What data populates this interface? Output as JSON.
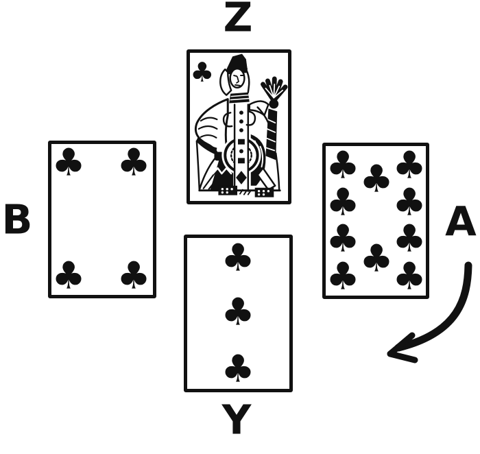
{
  "diagram": {
    "background": "#ffffff",
    "ink_color": "#111111",
    "labels": {
      "top": "Z",
      "left": "B",
      "right": "A",
      "bottom": "Y"
    },
    "cards": {
      "top": {
        "rank": "queen",
        "suit": "clubs",
        "suit_glyph": "♣",
        "pip_count": 0,
        "court_figure": "queen holding fan"
      },
      "left": {
        "rank": "four",
        "suit": "clubs",
        "suit_glyph": "♣",
        "pip_count": 4
      },
      "right": {
        "rank": "ten",
        "suit": "clubs",
        "suit_glyph": "♣",
        "pip_count": 10
      },
      "bottom": {
        "rank": "three",
        "suit": "clubs",
        "suit_glyph": "♣",
        "pip_count": 3
      }
    },
    "arrow": {
      "shape": "curved",
      "description": "thick curved arrow below A pointing down-left"
    }
  }
}
